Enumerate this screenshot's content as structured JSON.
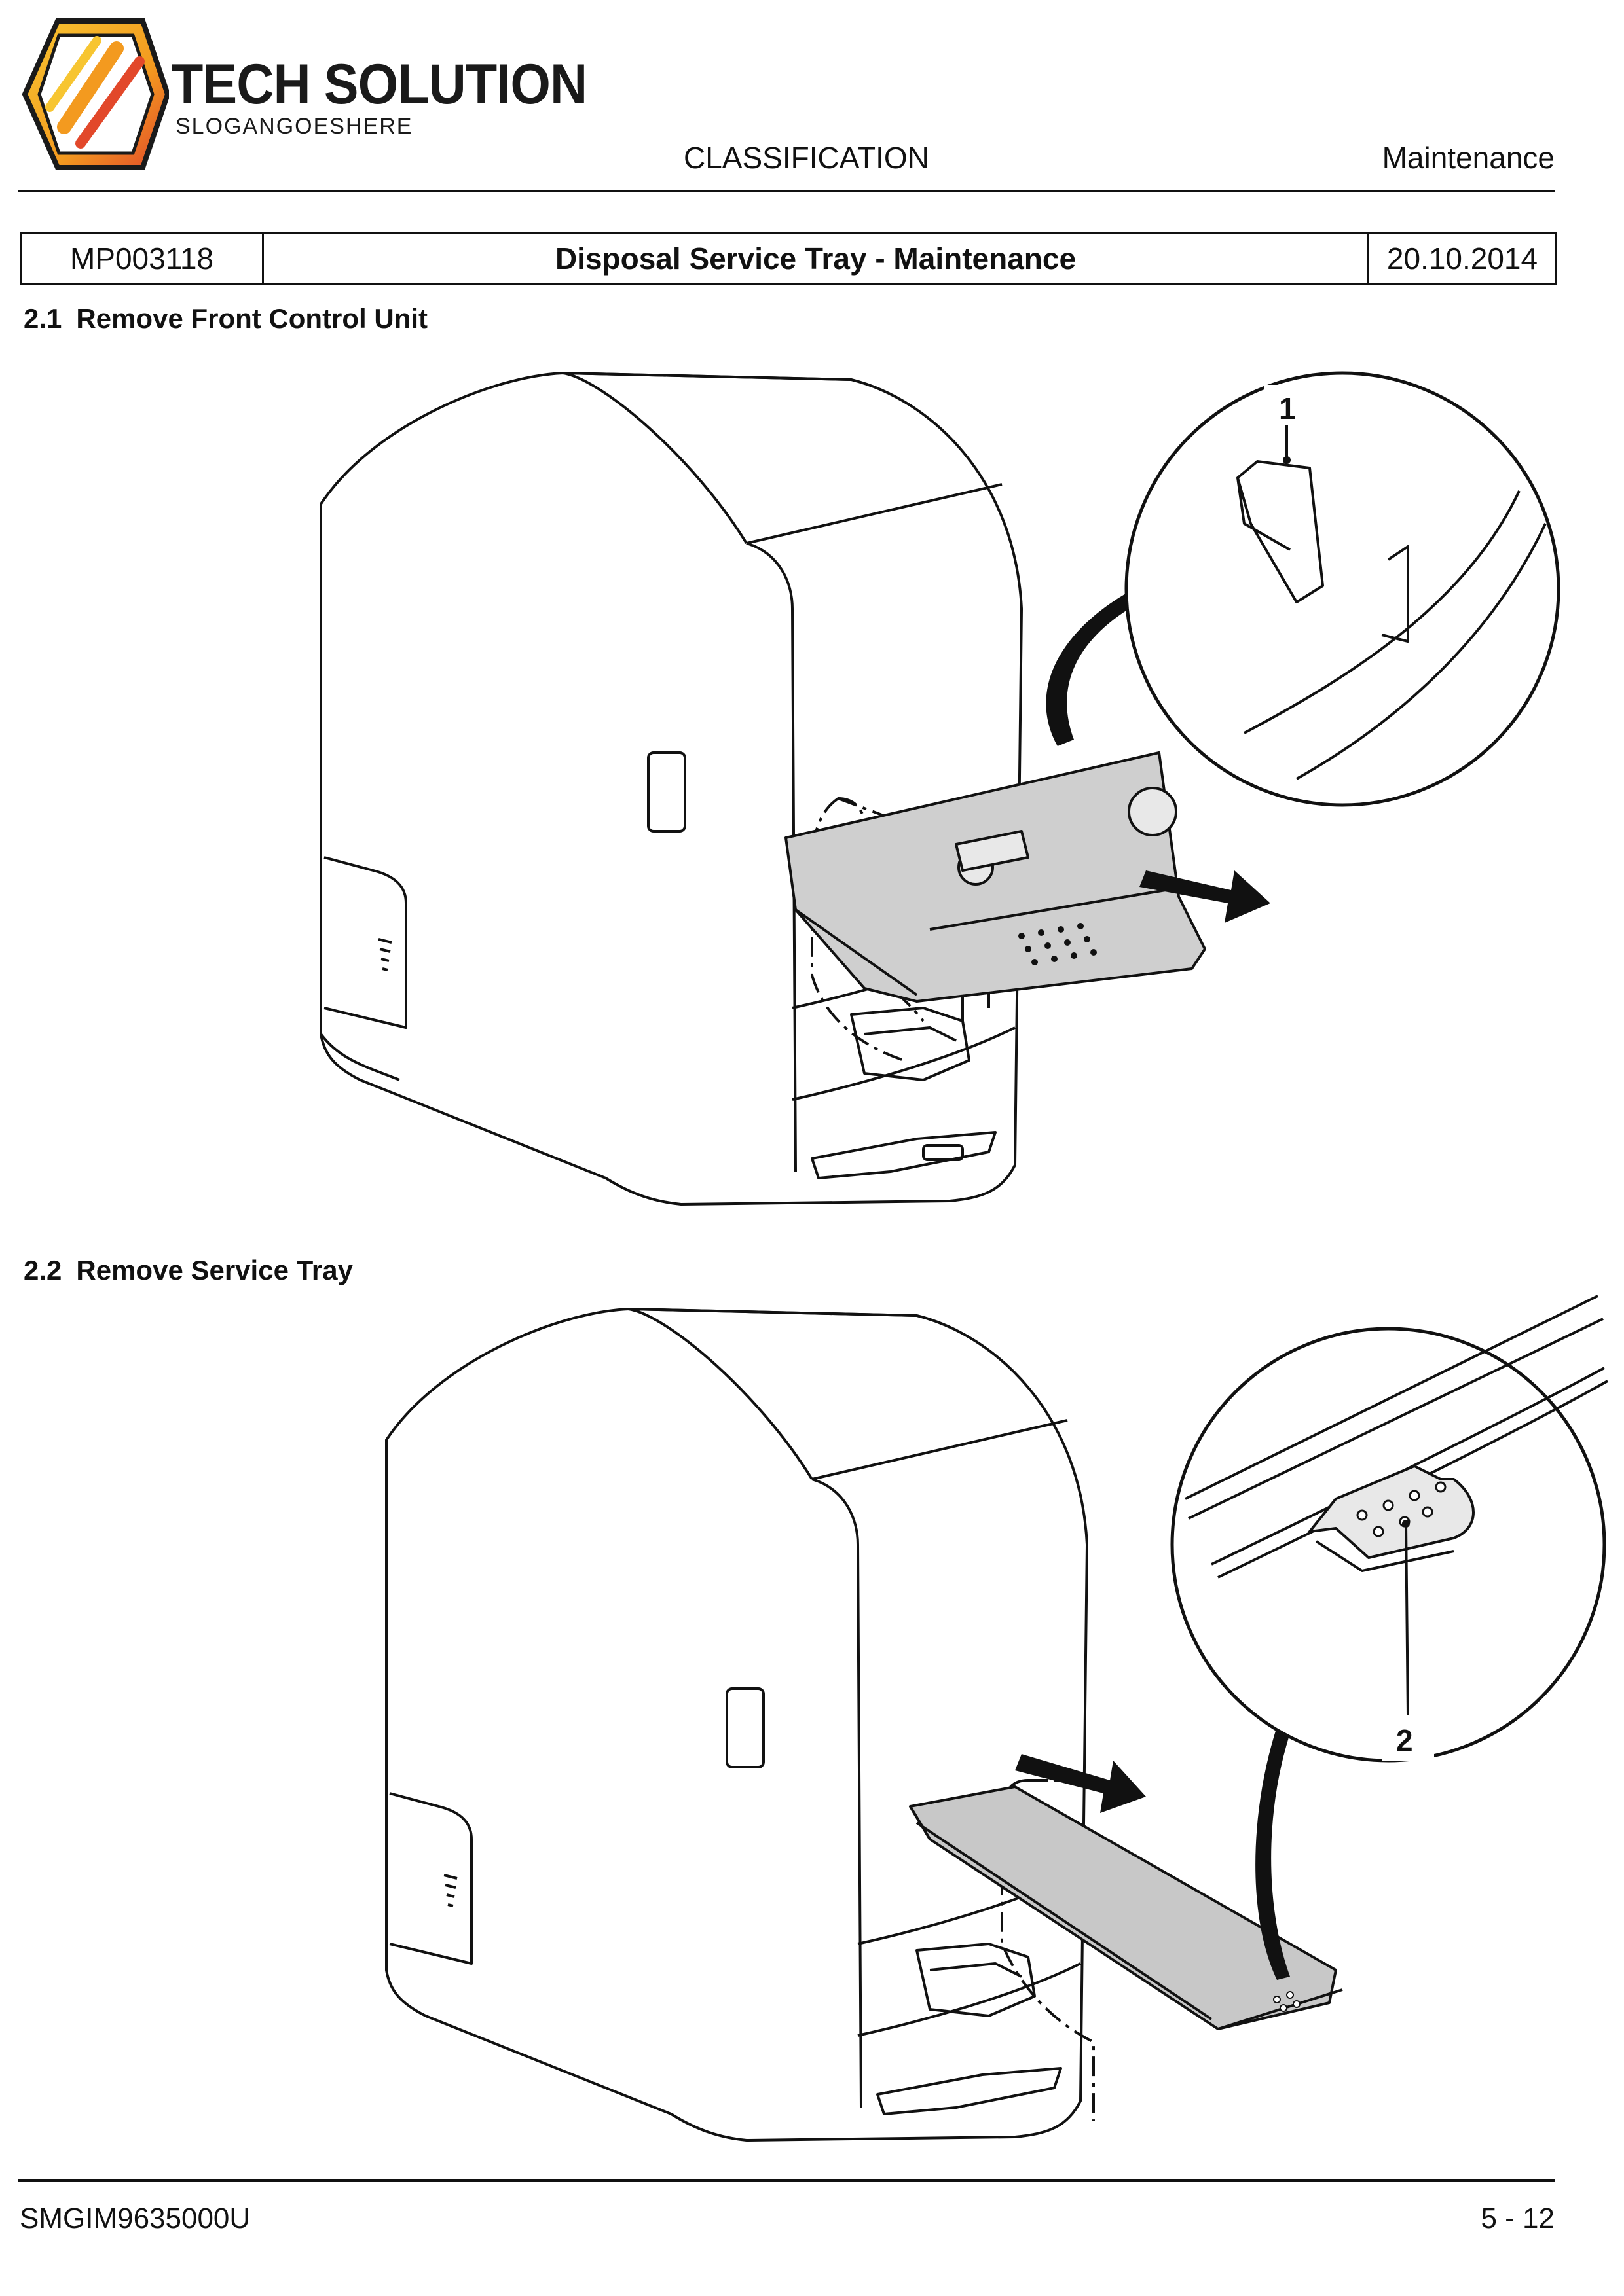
{
  "header": {
    "brand_name": "TECH SOLUTION",
    "brand_slogan": "SLOGANGOESHERE",
    "classification_label": "CLASSIFICATION",
    "classification_value": "Maintenance"
  },
  "title_table": {
    "code": "MP003118",
    "title": "Disposal Service Tray - Maintenance",
    "date": "20.10.2014"
  },
  "sections": [
    {
      "number": "2.1",
      "title": "Remove Front Control Unit",
      "callout": "1"
    },
    {
      "number": "2.2",
      "title": "Remove Service Tray",
      "callout": "2"
    }
  ],
  "footer": {
    "document_id": "SMGIM9635000U",
    "page": "5 - 12"
  },
  "colors": {
    "logo_orange": "#f39a1f",
    "logo_gold": "#f7c531",
    "logo_red": "#e2482a",
    "ink": "#111111",
    "tray_fill": "#c8c8c8"
  }
}
